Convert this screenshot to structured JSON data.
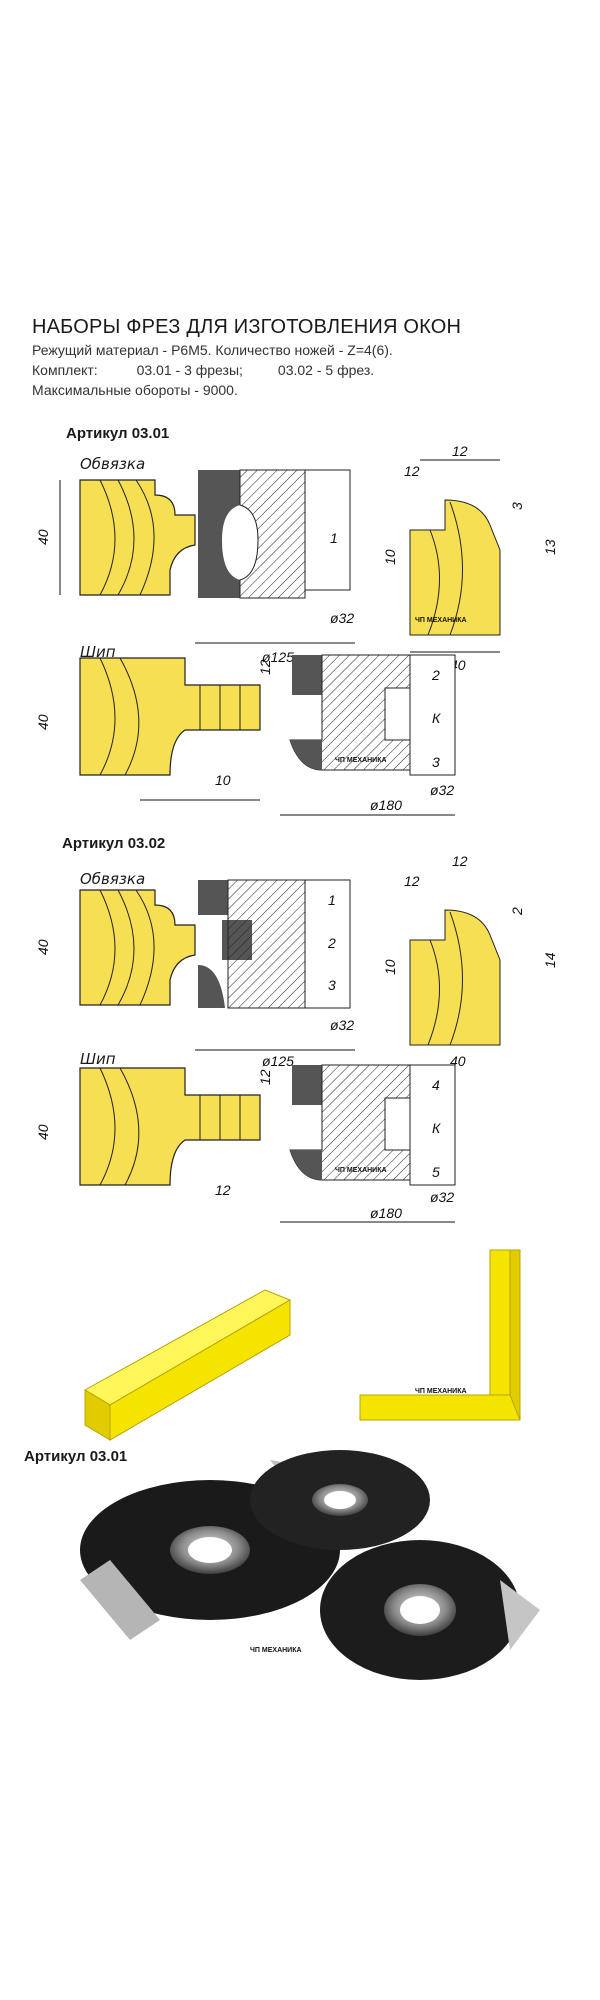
{
  "header": {
    "title": "НАБОРЫ ФРЕЗ ДЛЯ ИЗГОТОВЛЕНИЯ ОКОН",
    "line1": "Режущий материал - Р6М5. Количество ножей - Z=4(6).",
    "line2_label": "Комплект:",
    "line2_a": "03.01 - 3 фрезы;",
    "line2_b": "03.02 - 5 фрез.",
    "line3": "Максимальные обороты - 9000."
  },
  "section1": {
    "article": "Артикул 03.01",
    "obvyazka": "Обвязка",
    "ship": "Шип",
    "dims": {
      "h40a": "40",
      "h40b": "40",
      "h40c": "40",
      "d125": "ø125",
      "d32a": "ø32",
      "d32b": "ø32",
      "d180": "ø180",
      "w12a": "12",
      "w12b": "12",
      "w12c": "12",
      "h10": "10",
      "h3": "3",
      "h13": "13",
      "w40": "40",
      "w10": "10"
    },
    "cutters": {
      "c1": "1",
      "c2": "2",
      "ck": "К",
      "c3": "3"
    }
  },
  "section2": {
    "article": "Артикул 03.02",
    "obvyazka": "Обвязка",
    "ship": "Шип",
    "dims": {
      "h40a": "40",
      "h40b": "40",
      "h40c": "40",
      "d125": "ø125",
      "d32a": "ø32",
      "d32b": "ø32",
      "d180": "ø180",
      "w12a": "12",
      "w12b": "12",
      "w12c": "12",
      "w12d": "12",
      "h10": "10",
      "h2": "2",
      "h14": "14",
      "w40": "40"
    },
    "cutters": {
      "c1": "1",
      "c2": "2",
      "c3": "3",
      "c4": "4",
      "ck": "К",
      "c5": "5"
    }
  },
  "watermark": "ЧП МЕХАНИКА",
  "photo": {
    "article": "Артикул 03.01"
  },
  "colors": {
    "wood": "#f6df52",
    "wood_dark": "#d7b92a",
    "profile": "#f5e300",
    "metal": "#555555"
  }
}
